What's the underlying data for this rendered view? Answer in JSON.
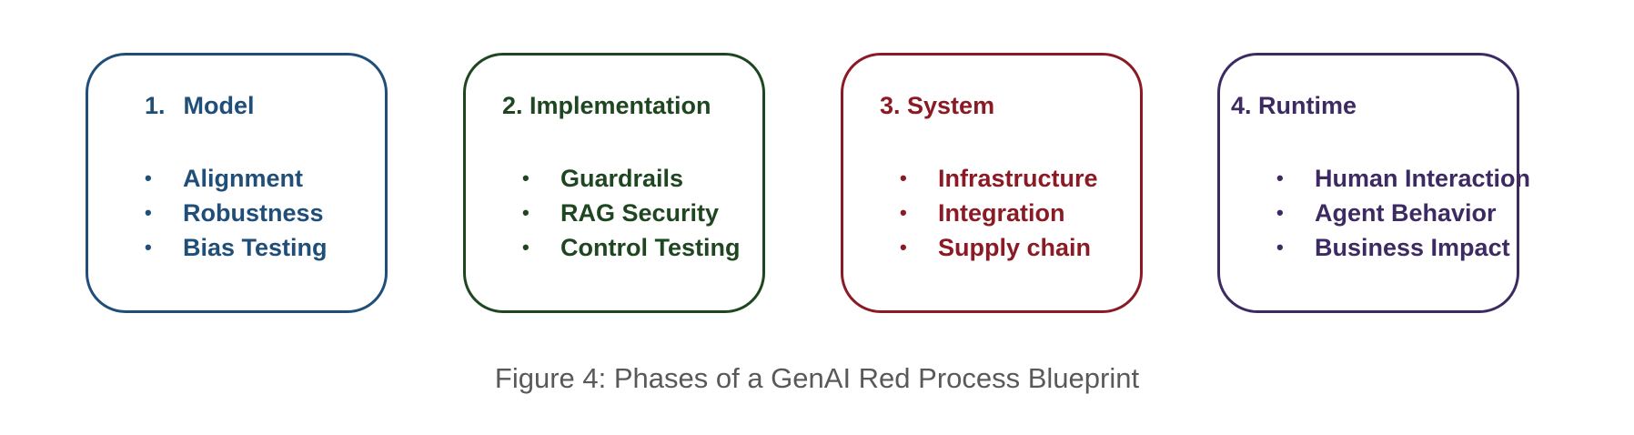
{
  "colors": {
    "model": "#1f4e79",
    "implementation": "#1e4620",
    "system": "#8b1a24",
    "runtime": "#3d2a63",
    "caption": "#59595b"
  },
  "phases": [
    {
      "number": "1.",
      "title": "Model",
      "items": [
        "Alignment",
        "Robustness",
        "Bias Testing"
      ]
    },
    {
      "title": "2. Implementation",
      "items": [
        "Guardrails",
        "RAG Security",
        "Control Testing"
      ]
    },
    {
      "title": "3. System",
      "items": [
        "Infrastructure",
        "Integration",
        "Supply chain"
      ]
    },
    {
      "title": "4. Runtime",
      "items": [
        "Human Interaction",
        "Agent Behavior",
        "Business Impact"
      ]
    }
  ],
  "bullet": "•",
  "caption": "Figure 4: Phases of a GenAI Red Process Blueprint"
}
